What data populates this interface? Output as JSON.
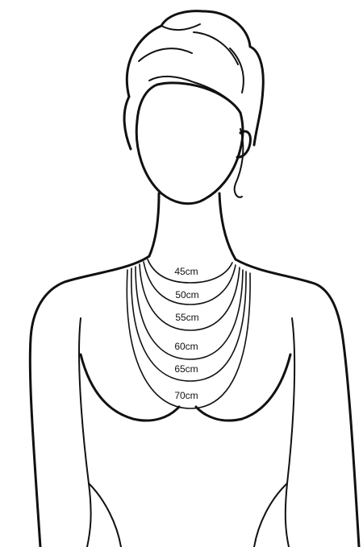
{
  "necklace_lengths": [
    {
      "label": "45cm"
    },
    {
      "label": "50cm"
    },
    {
      "label": "55cm"
    },
    {
      "label": "60cm"
    },
    {
      "label": "65cm"
    },
    {
      "label": "70cm"
    }
  ],
  "colors": {
    "line": "#111111",
    "background": "#ffffff"
  }
}
